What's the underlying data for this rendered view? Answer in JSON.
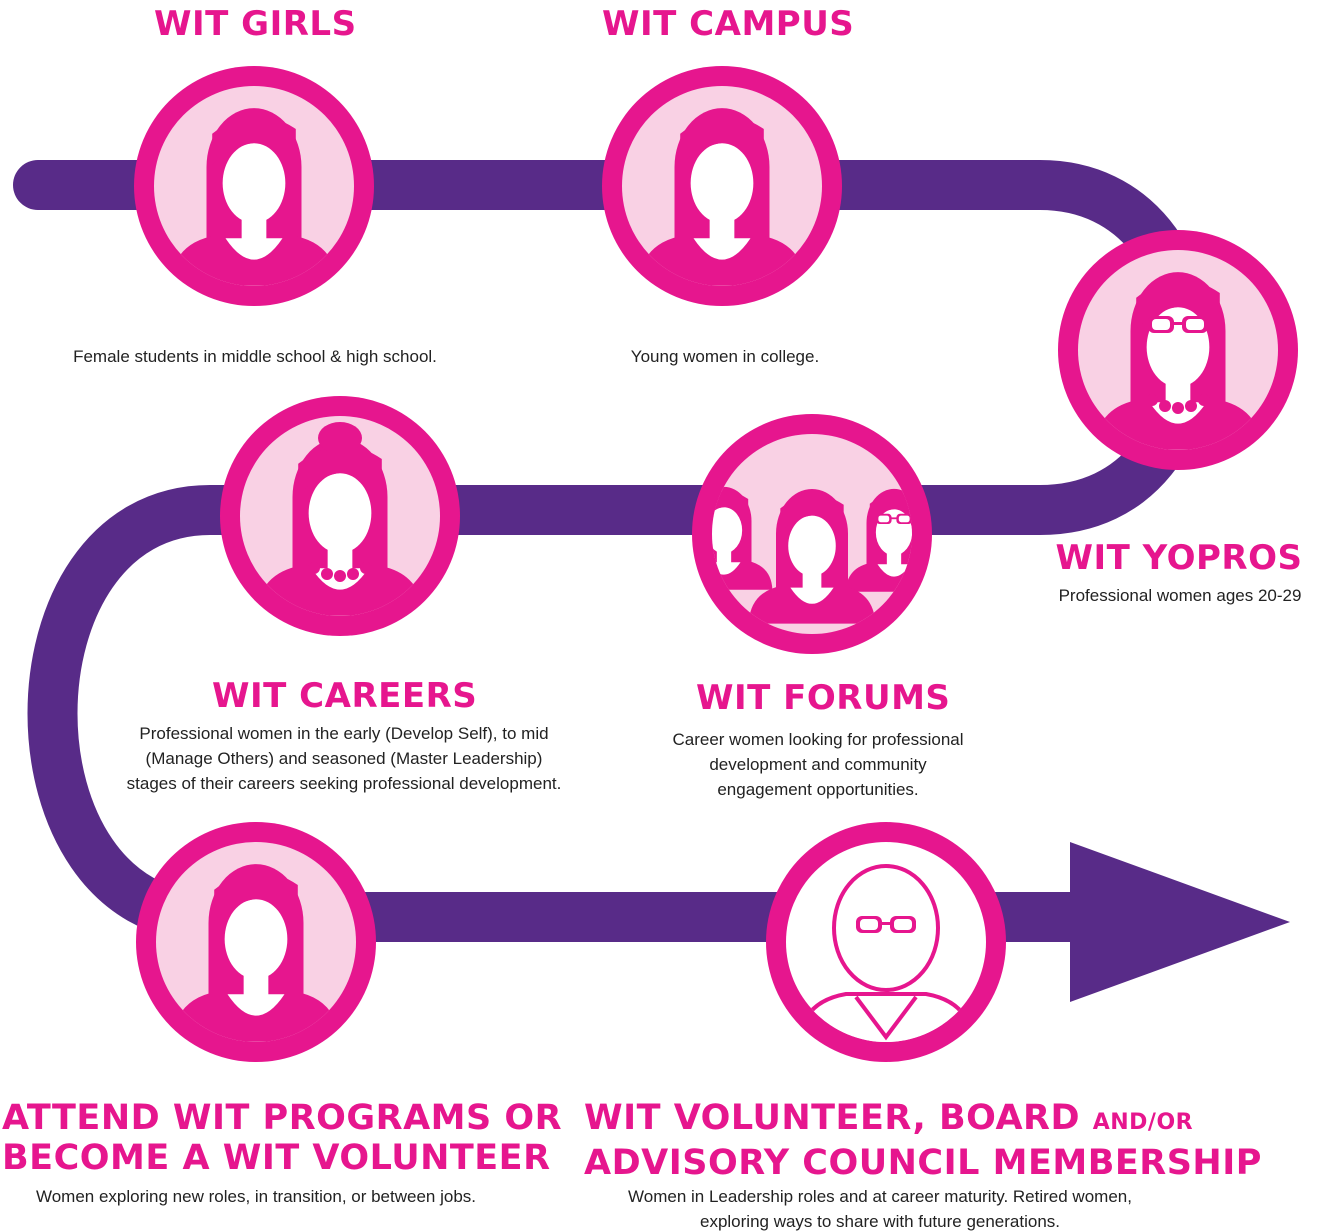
{
  "colors": {
    "path": "#582b88",
    "accent": "#e6168e",
    "accent_light": "#f9d1e4",
    "text": "#222222"
  },
  "stages": {
    "girls": {
      "title": "WIT GIRLS",
      "desc": "Female students in middle school & high school.",
      "icon": "girl-avatar-icon"
    },
    "campus": {
      "title": "WIT CAMPUS",
      "desc": "Young women in college.",
      "icon": "college-woman-avatar-icon"
    },
    "yopros": {
      "title": "WIT YOPROS",
      "desc": "Professional women ages 20-29",
      "icon": "young-professional-avatar-icon"
    },
    "forums": {
      "title": "WIT FORUMS",
      "desc_lines": [
        "Career women looking for professional",
        "development and community",
        "engagement opportunities."
      ],
      "icon": "group-avatar-icon"
    },
    "careers": {
      "title": "WIT CAREERS",
      "desc_lines": [
        "Professional women in the early (Develop Self), to mid",
        "(Manage Others) and seasoned (Master Leadership)",
        "stages of their careers seeking professional development."
      ],
      "icon": "career-woman-avatar-icon"
    },
    "attend": {
      "title_lines": [
        "ATTEND WIT PROGRAMS OR",
        "BECOME A WIT VOLUNTEER"
      ],
      "desc": "Women exploring new roles, in transition, or between jobs.",
      "icon": "volunteer-avatar-icon"
    },
    "board": {
      "title_line1": "WIT VOLUNTEER, BOARD",
      "title_line1_small": "AND/OR",
      "title_line2": "ADVISORY COUNCIL MEMBERSHIP",
      "desc_lines": [
        "Women in Leadership roles and at career maturity. Retired women,",
        "exploring ways to share with future generations."
      ],
      "icon": "senior-leader-avatar-icon"
    }
  }
}
